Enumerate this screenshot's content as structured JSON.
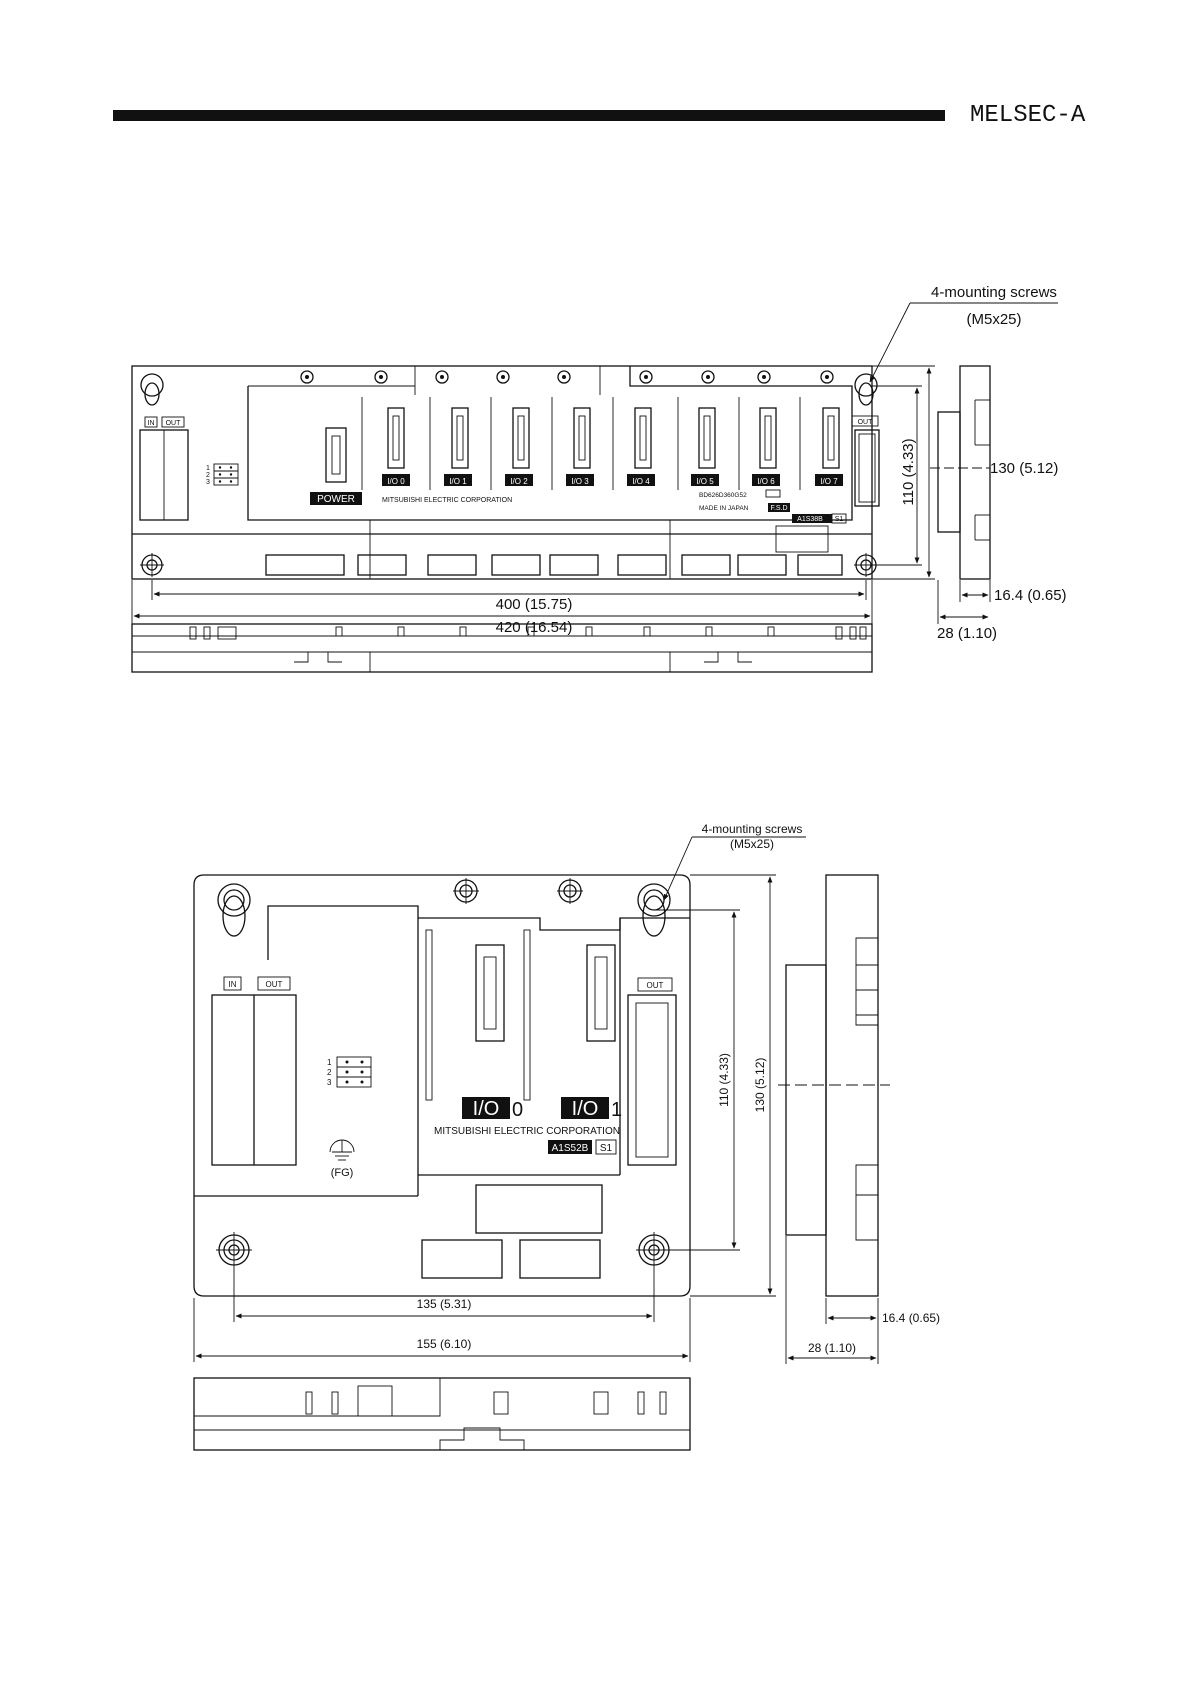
{
  "header": {
    "brand": "MELSEC-A"
  },
  "figure_top": {
    "screw_label": "4-mounting screws",
    "screw_spec": "(M5x25)",
    "dim_height_inner": "110 (4.33)",
    "dim_height_outer": "130 (5.12)",
    "dim_width_inner": "400 (15.75)",
    "dim_width_outer": "420 (16.54)",
    "dim_depth_small": "16.4 (0.65)",
    "dim_depth": "28 (1.10)",
    "in_label": "IN",
    "out_label": "OUT",
    "out_label_right": "OUT",
    "jumper_numbers": [
      "1",
      "2",
      "3"
    ],
    "power_label": "POWER",
    "slot_labels": [
      "I/O 0",
      "I/O 1",
      "I/O 2",
      "I/O 3",
      "I/O 4",
      "I/O 5",
      "I/O 6",
      "I/O 7"
    ],
    "maker": "MITSUBISHI ELECTRIC CORPORATION",
    "serial": "BD626D360G52",
    "made_in": "MADE IN JAPAN",
    "mark": "F.S.D",
    "model": "A1S38B",
    "model_suffix": "S1"
  },
  "figure_bottom": {
    "screw_label": "4-mounting screws",
    "screw_spec": "(M5x25)",
    "dim_height_inner": "110 (4.33)",
    "dim_height_outer": "130 (5.12)",
    "dim_width_inner": "135 (5.31)",
    "dim_width_outer": "155 (6.10)",
    "dim_depth_small": "16.4 (0.65)",
    "dim_depth": "28 (1.10)",
    "in_label": "IN",
    "out_label": "OUT",
    "out_label_right": "OUT",
    "jumper_numbers": [
      "1",
      "2",
      "3"
    ],
    "fg_label": "(FG)",
    "slot0_prefix": "I/O",
    "slot0_num": "0",
    "slot1_prefix": "I/O",
    "slot1_num": "1",
    "maker": "MITSUBISHI ELECTRIC CORPORATION",
    "model": "A1S52B",
    "model_suffix": "S1"
  }
}
